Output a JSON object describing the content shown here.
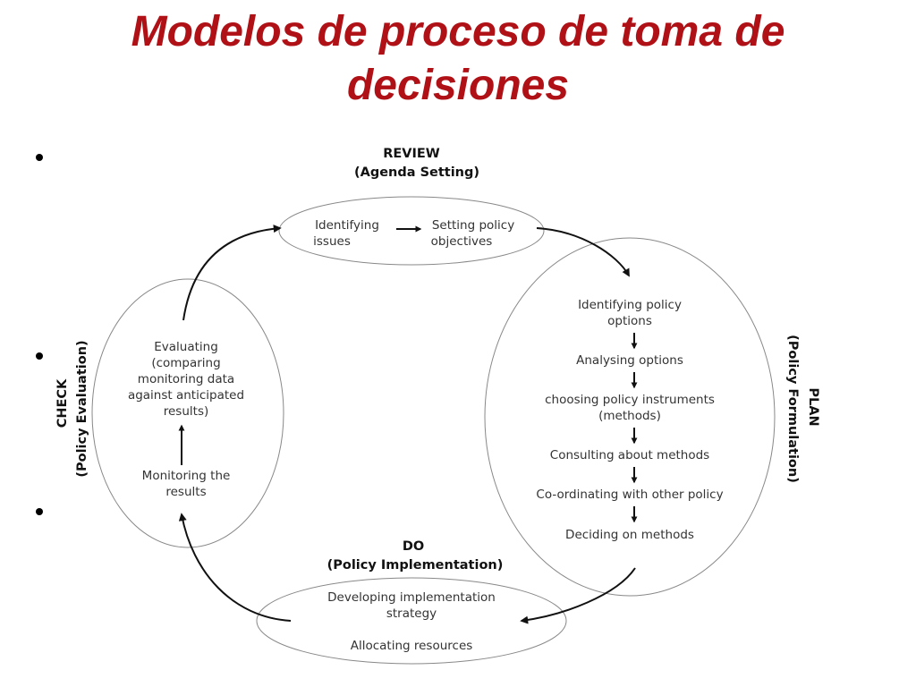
{
  "title_line1": "Modelos de proceso de toma de",
  "title_line2": "decisiones",
  "review": {
    "header1": "REVIEW",
    "header2": "(Agenda Setting)",
    "step1_line1": "Identifying",
    "step1_line2": "issues",
    "step2_line1": "Setting policy",
    "step2_line2": "objectives"
  },
  "plan": {
    "header1": "PLAN",
    "header2": "(Policy Formulation)",
    "steps": [
      {
        "line1": "Identifying policy",
        "line2": "options"
      },
      {
        "line1": "Analysing options",
        "line2": ""
      },
      {
        "line1": "choosing policy instruments",
        "line2": "(methods)"
      },
      {
        "line1": "Consulting about methods",
        "line2": ""
      },
      {
        "line1": "Co-ordinating with other policy",
        "line2": ""
      },
      {
        "line1": "Deciding on methods",
        "line2": ""
      }
    ]
  },
  "do": {
    "header1": "DO",
    "header2": "(Policy Implementation)",
    "step1_line1": "Developing implementation",
    "step1_line2": "strategy",
    "step2": "Allocating resources"
  },
  "check": {
    "header1": "CHECK",
    "header2": "(Policy Evaluation)",
    "eval_line1": "Evaluating",
    "eval_line2": "(comparing",
    "eval_line3": "monitoring data",
    "eval_line4": "against anticipated",
    "eval_line5": "results)",
    "monitor_line1": "Monitoring the",
    "monitor_line2": "results"
  }
}
